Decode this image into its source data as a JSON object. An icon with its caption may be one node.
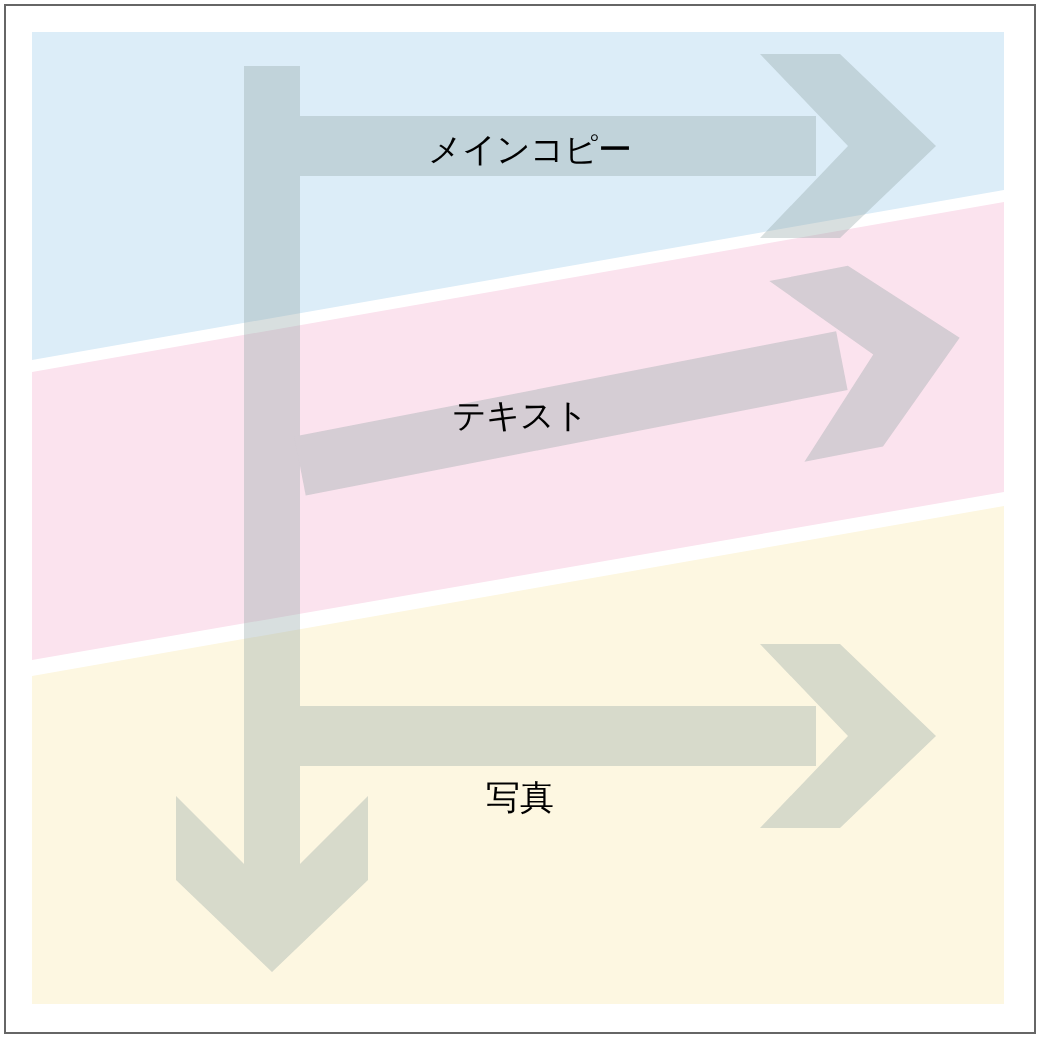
{
  "diagram": {
    "nodes": [
      {
        "text": [
          "メインコピー"
        ]
      },
      {
        "text": [
          "テキスト"
        ]
      },
      {
        "text": [
          "写真"
        ]
      }
    ]
  }
}
